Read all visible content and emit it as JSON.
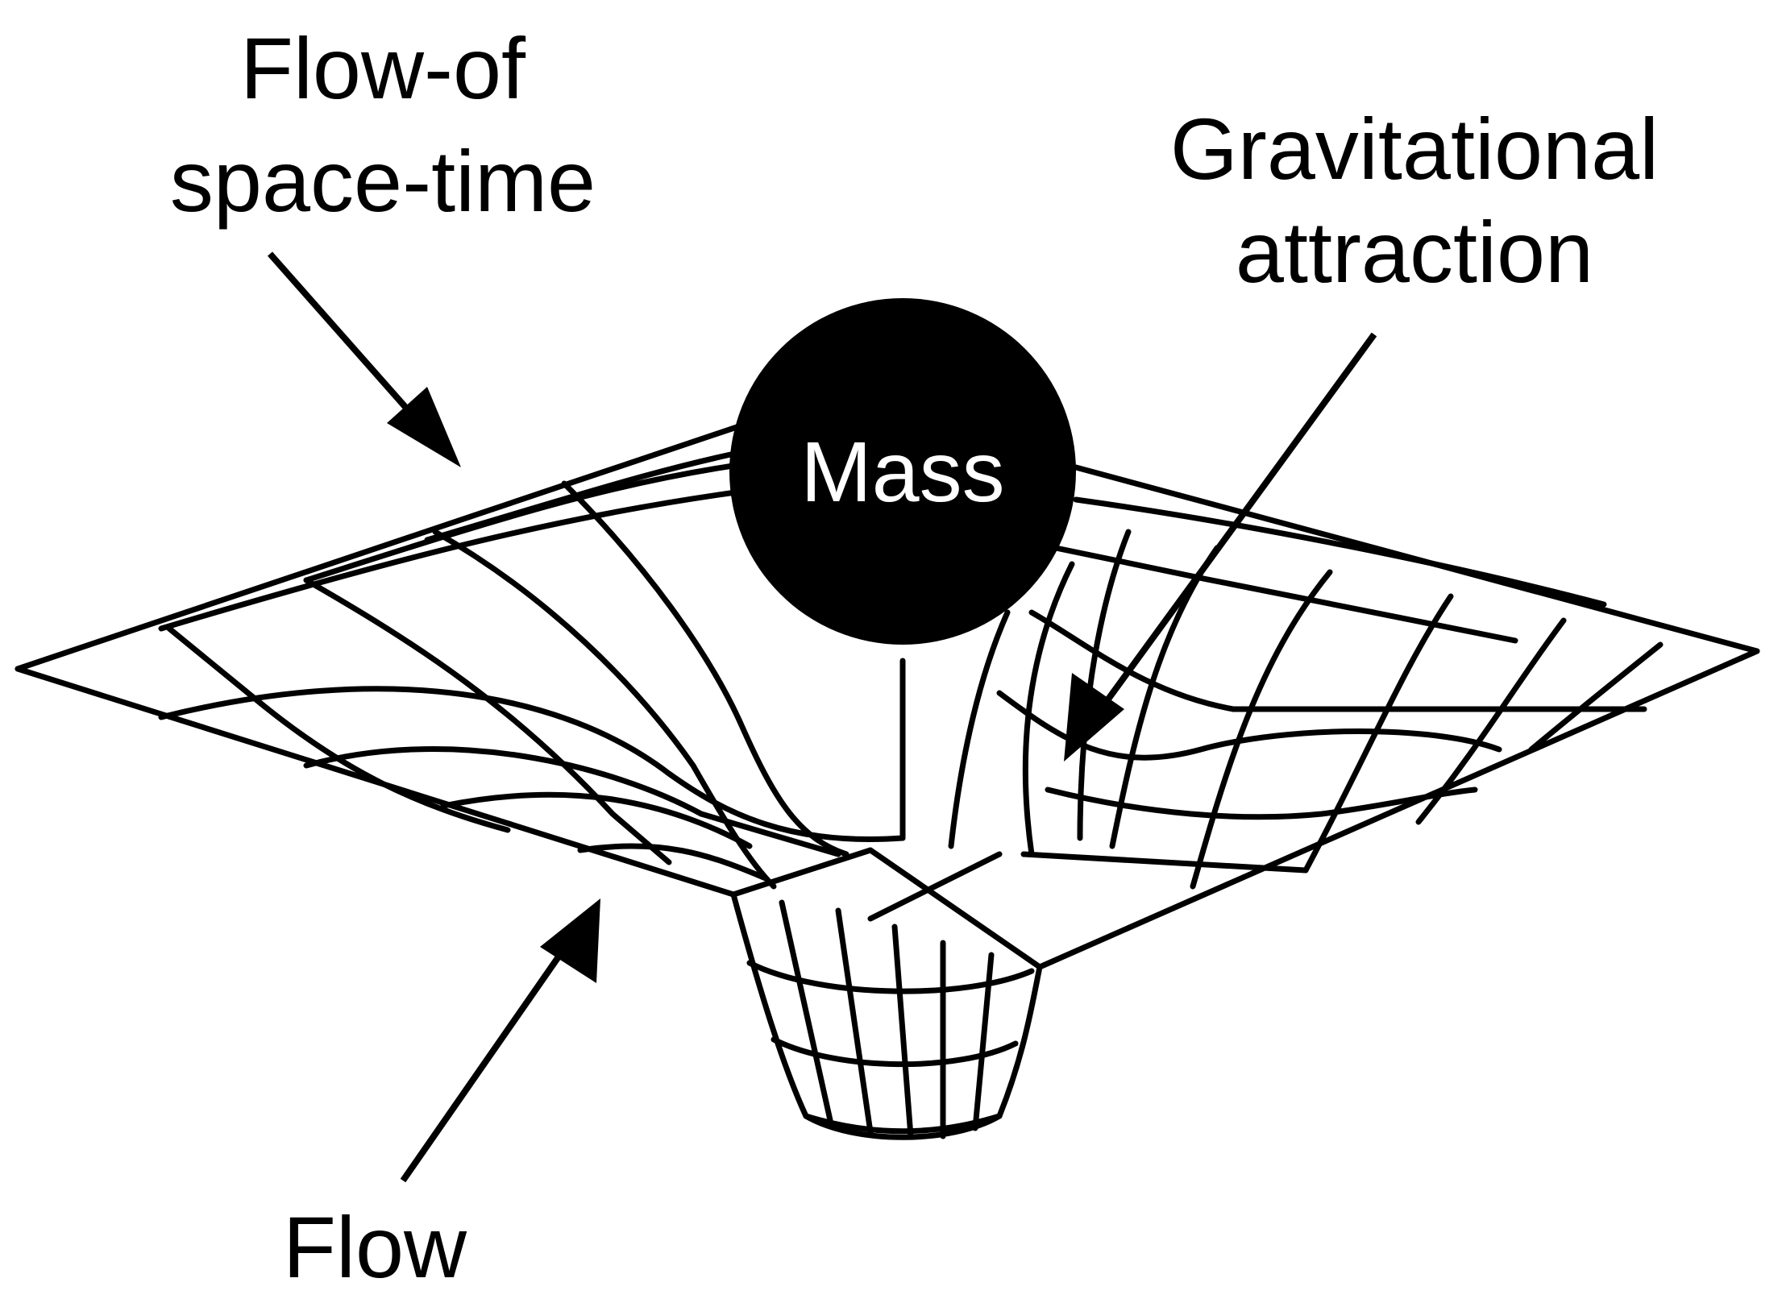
{
  "labels": {
    "flow_of_space_time": [
      "Flow-of",
      "space-time"
    ],
    "gravitational_attraction": [
      "Gravitational",
      "attraction"
    ],
    "flow": "Flow",
    "mass": "Mass"
  },
  "colors": {
    "ink": "#000000",
    "background": "#ffffff",
    "mass_text": "#ffffff"
  }
}
